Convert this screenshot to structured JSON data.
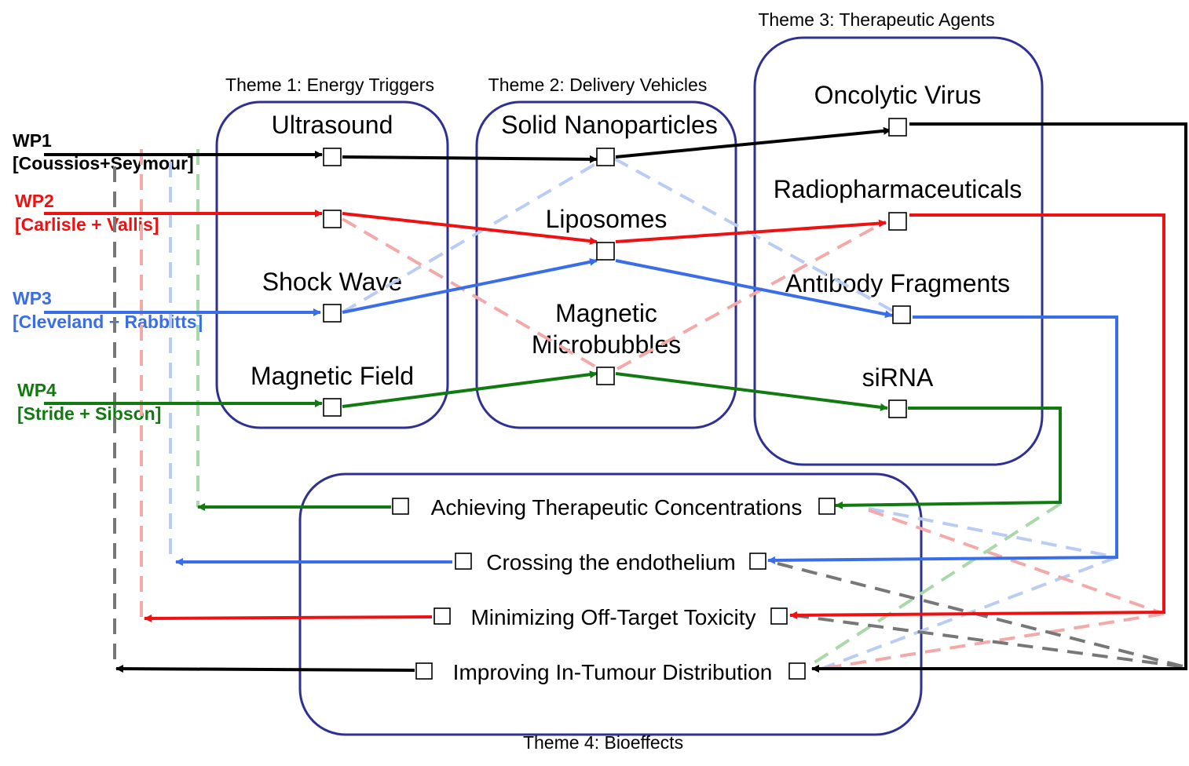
{
  "themes": {
    "energy": "Theme 1: Energy Triggers",
    "vehicles": "Theme 2: Delivery Vehicles",
    "agents": "Theme 3: Therapeutic Agents",
    "bioeffects": "Theme 4: Bioeffects"
  },
  "energy_triggers": {
    "ultrasound": "Ultrasound",
    "shock_wave": "Shock Wave",
    "magnetic_field": "Magnetic Field"
  },
  "delivery_vehicles": {
    "solid_nanoparticles": "Solid Nanoparticles",
    "liposomes": "Liposomes",
    "magnetic_microbubbles_line1": "Magnetic",
    "magnetic_microbubbles_line2": "Microbubbles"
  },
  "therapeutic_agents": {
    "oncolytic_virus": "Oncolytic Virus",
    "radiopharmaceuticals": "Radiopharmaceuticals",
    "antibody_fragments": "Antibody Fragments",
    "sirna": "siRNA"
  },
  "bioeffects": {
    "achieving": "Achieving Therapeutic Concentrations",
    "crossing": "Crossing the endothelium",
    "minimizing": "Minimizing Off-Target Toxicity",
    "improving": "Improving In-Tumour Distribution"
  },
  "work_packages": [
    {
      "code": "WP1",
      "names": "[Coussios+Seymour]",
      "color": "#000000",
      "faded": "#777777"
    },
    {
      "code": "WP2",
      "names": "[Carlisle + Vallis]",
      "color": "#ee1111",
      "faded": "#f4a9a9"
    },
    {
      "code": "WP3",
      "names": "[Cleveland + Rabbitts]",
      "color": "#3a6ee8",
      "faded": "#b9cdf4"
    },
    {
      "code": "WP4",
      "names": "[Stride + Sibson]",
      "color": "#117a11",
      "faded": "#a9d8a9"
    }
  ],
  "box_color": "#2e3192"
}
